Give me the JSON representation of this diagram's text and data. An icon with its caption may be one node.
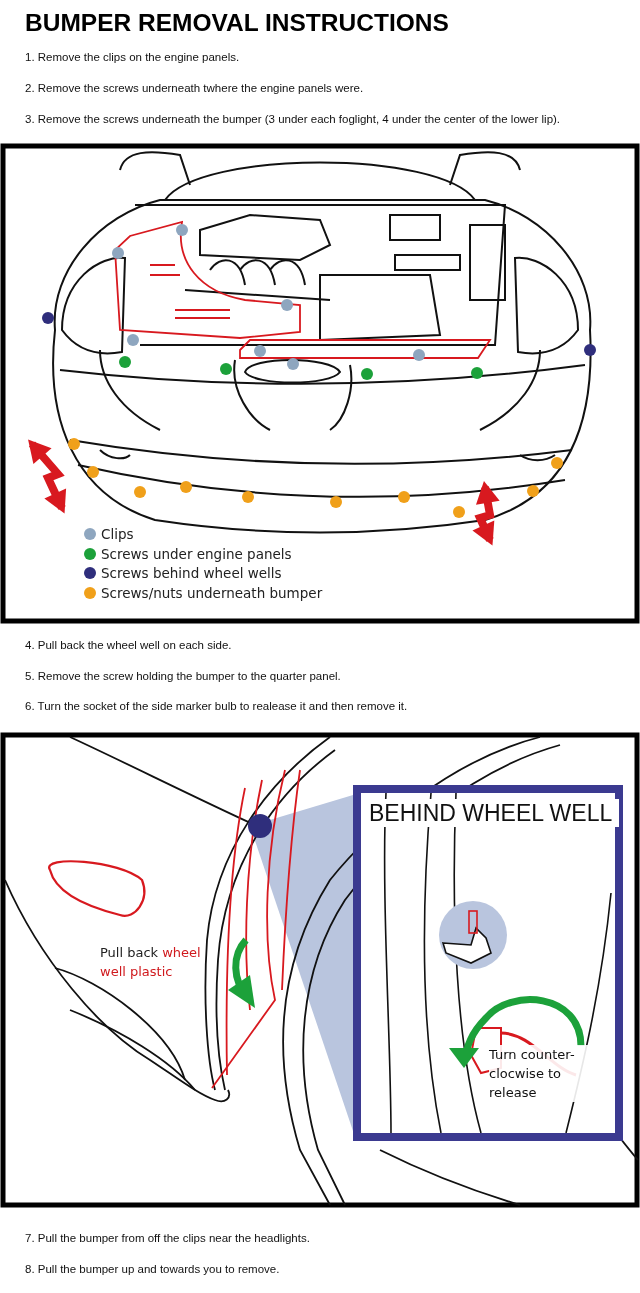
{
  "diagram": {
    "title": "BUMPER REMOVAL INSTRUCTIONS",
    "nodes": [
      {
        "text": [
          "BEHIND WHEEL WELL",
          "Turn counter-clocwise to release"
        ]
      }
    ],
    "labels": [
      "1. Remove the clips on the engine panels.",
      "2. Remove the screws underneath twhere the engine panels were.",
      "3. Remove the screws underneath the bumper (3 under each foglight, 4 under the center of the lower lip).",
      "4. Pull back the wheel well on each side.",
      "5. Remove the screw holding the bumper to the quarter panel.",
      "6. Turn the socket of the side marker bulb to realease it and then remove it.",
      "Pull back",
      "wheel well plastic",
      "7. Pull the bumper from off the clips near the headlights.",
      "8. Pull the bumper up and towards you to remove."
    ],
    "legend": [
      {
        "text": "Clips",
        "color": "#8ea6bf"
      },
      {
        "text": "Screws under engine panels",
        "color": "#1ca13a"
      },
      {
        "text": "Screws behind wheel wells",
        "color": "#2f2e7c"
      },
      {
        "text": "Screws/nuts underneath bumper",
        "color": "#f0a01a"
      }
    ]
  }
}
